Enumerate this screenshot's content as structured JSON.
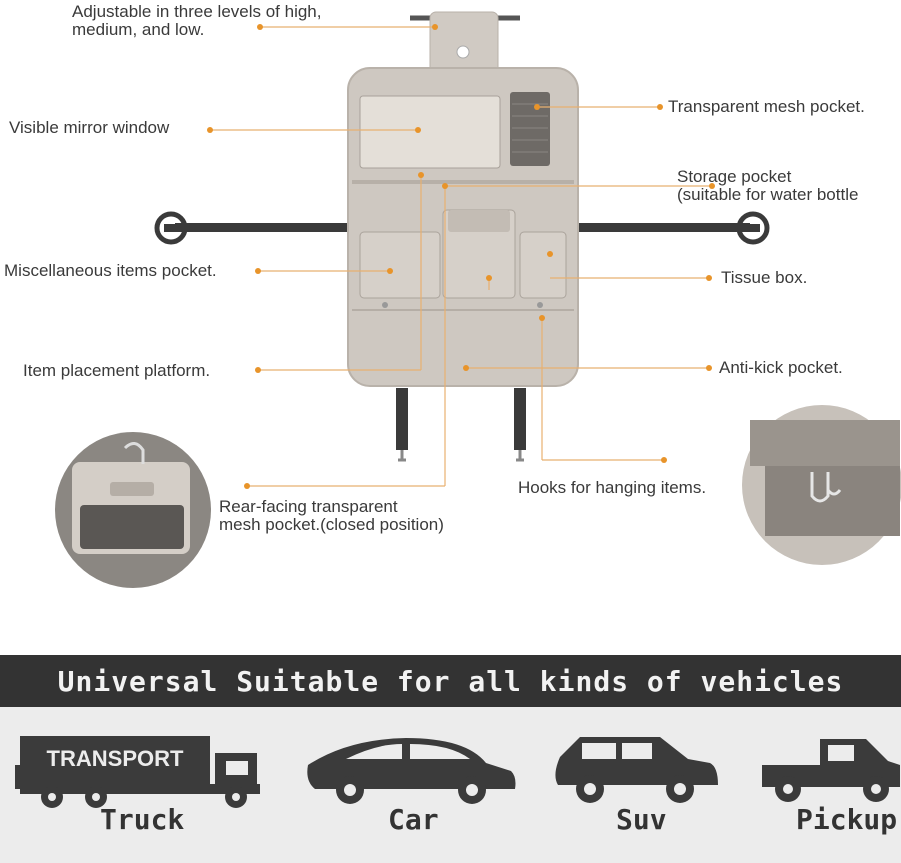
{
  "labels": {
    "adjustable": [
      "Adjustable in three levels of high,",
      "medium, and low."
    ],
    "mirror": "Visible mirror window",
    "mesh_pocket": "Transparent mesh pocket.",
    "storage": [
      "Storage pocket",
      "(suitable for water bottle"
    ],
    "misc": "Miscellaneous items pocket.",
    "tissue": "Tissue box.",
    "platform": "Item placement platform.",
    "antikick": "Anti-kick pocket.",
    "hooks": "Hooks for hanging items.",
    "rear_mesh": [
      "Rear-facing transparent",
      "mesh pocket.(closed position)"
    ]
  },
  "banner": {
    "text": "Universal Suitable for all kinds of vehicles"
  },
  "vehicles": [
    {
      "name": "Truck",
      "icon": "truck-icon",
      "sign": "TRANSPORT"
    },
    {
      "name": "Car",
      "icon": "car-icon"
    },
    {
      "name": "Suv",
      "icon": "suv-icon"
    },
    {
      "name": "Pickup",
      "icon": "pickup-icon"
    }
  ],
  "colors": {
    "accent_dot": "#e8942a",
    "leader": "#e8b070",
    "organizer": "#cdc7c0",
    "banner": "#333333",
    "band": "#ececec"
  }
}
